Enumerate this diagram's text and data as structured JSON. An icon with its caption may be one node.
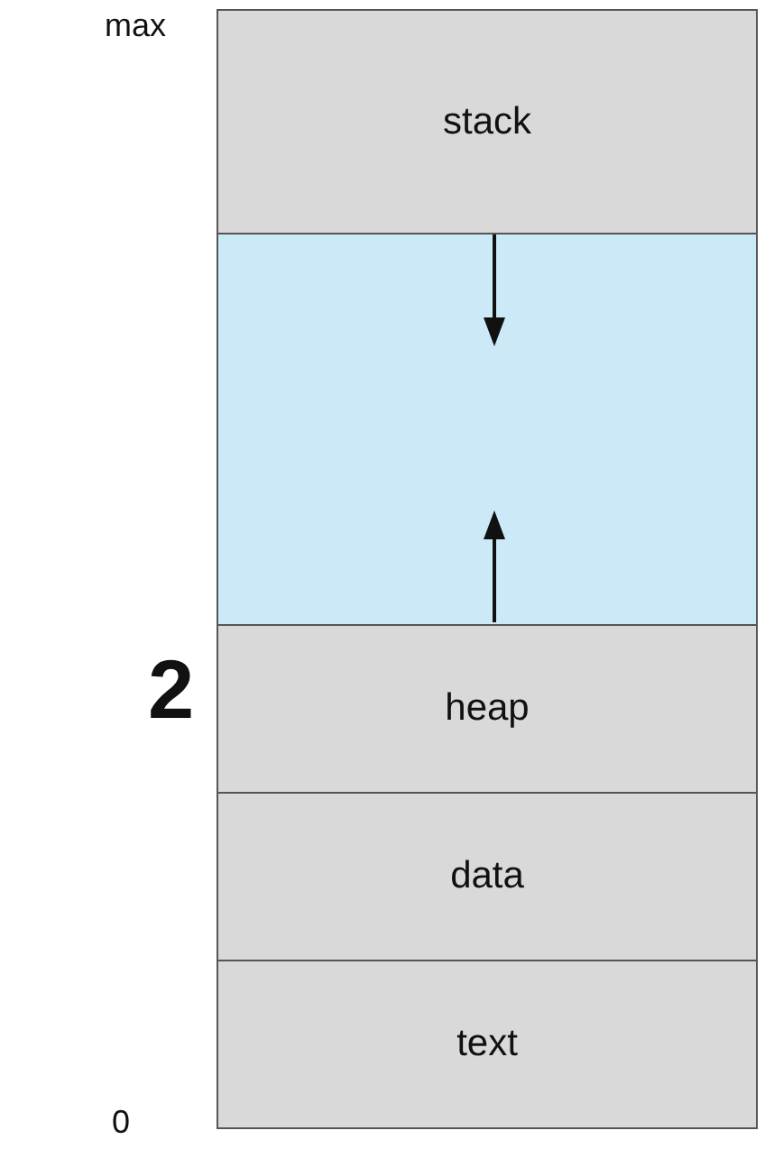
{
  "diagram": {
    "nodes": [
      {
        "text": [
          "stack"
        ]
      },
      {
        "text": [],
        "shape": "box"
      },
      {
        "text": [
          "heap"
        ]
      },
      {
        "text": [
          "data"
        ]
      },
      {
        "text": [
          "text"
        ]
      }
    ],
    "labels": [
      "max",
      "2",
      "0"
    ]
  }
}
